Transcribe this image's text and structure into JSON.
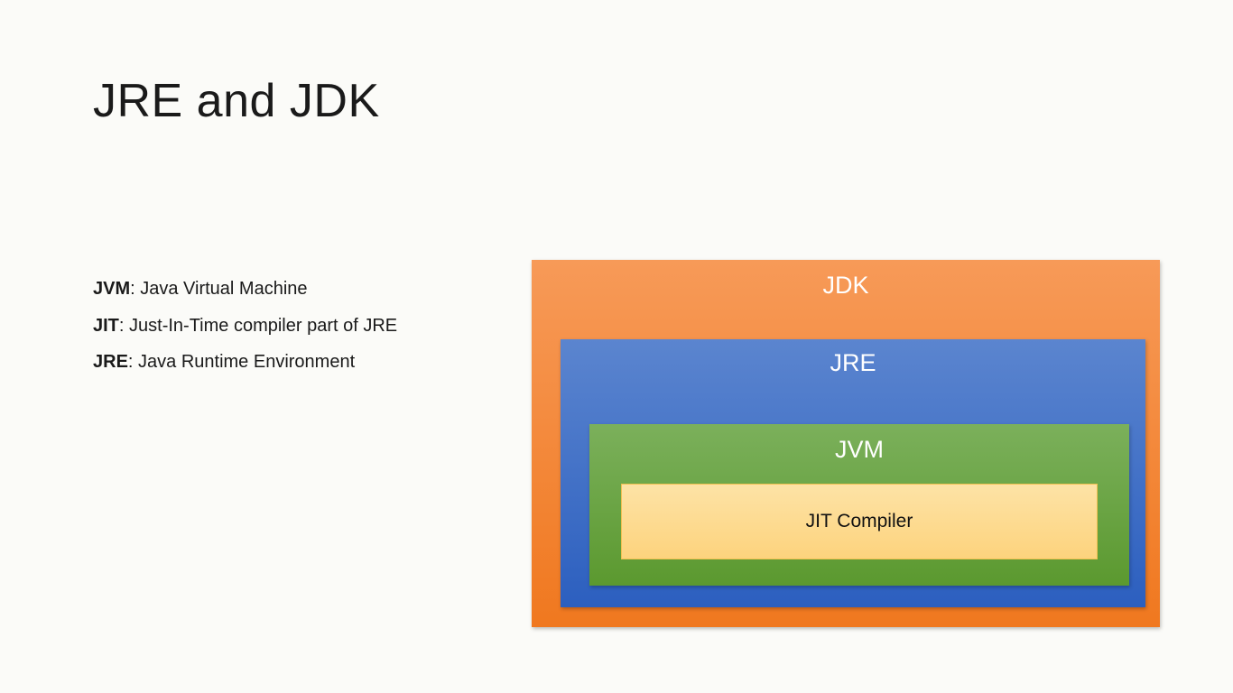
{
  "title": "JRE and JDK",
  "definitions": [
    {
      "term": "JVM",
      "description": ": Java Virtual Machine"
    },
    {
      "term": "JIT",
      "description": ": Just-In-Time compiler part of JRE"
    },
    {
      "term": "JRE",
      "description": ": Java Runtime Environment"
    }
  ],
  "diagram": {
    "jdk_label": "JDK",
    "jre_label": "JRE",
    "jvm_label": "JVM",
    "jit_label": "JIT Compiler"
  },
  "colors": {
    "background": "#fbfbf8",
    "jdk": "#f48a3a",
    "jre": "#3f6fc8",
    "jvm": "#6aa344",
    "jit": "#fdd98e"
  }
}
